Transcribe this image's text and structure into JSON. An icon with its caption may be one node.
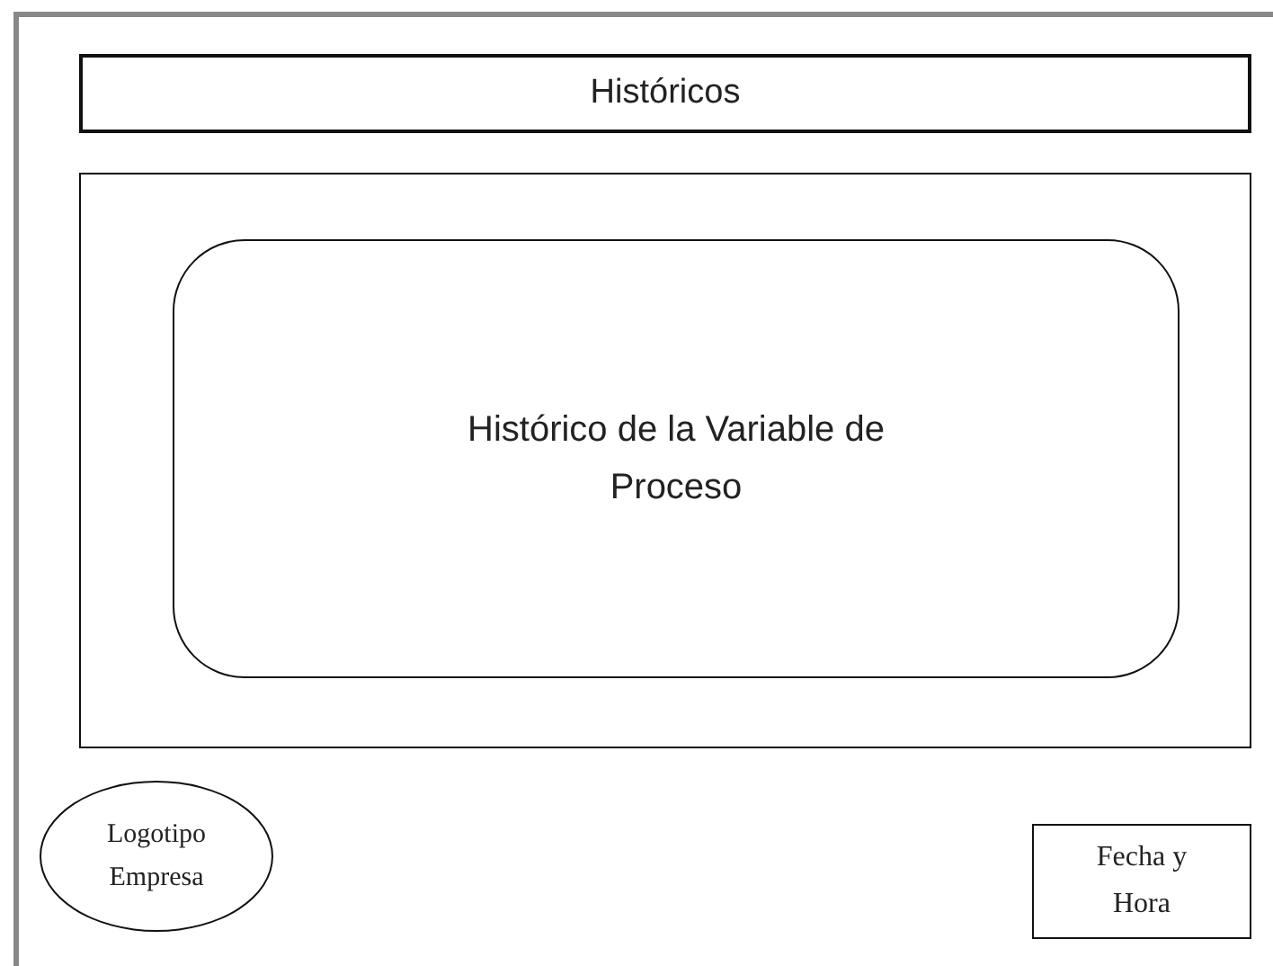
{
  "diagram": {
    "nodes": [
      {
        "text": [
          "Históricos"
        ]
      },
      {
        "text": [],
        "shape": "box"
      },
      {
        "text": [
          "Histórico de la Variable de Proceso"
        ],
        "in": 1
      },
      {
        "text": [
          "Logotipo Empresa"
        ]
      },
      {
        "text": [
          "Fecha y Hora"
        ]
      }
    ]
  }
}
